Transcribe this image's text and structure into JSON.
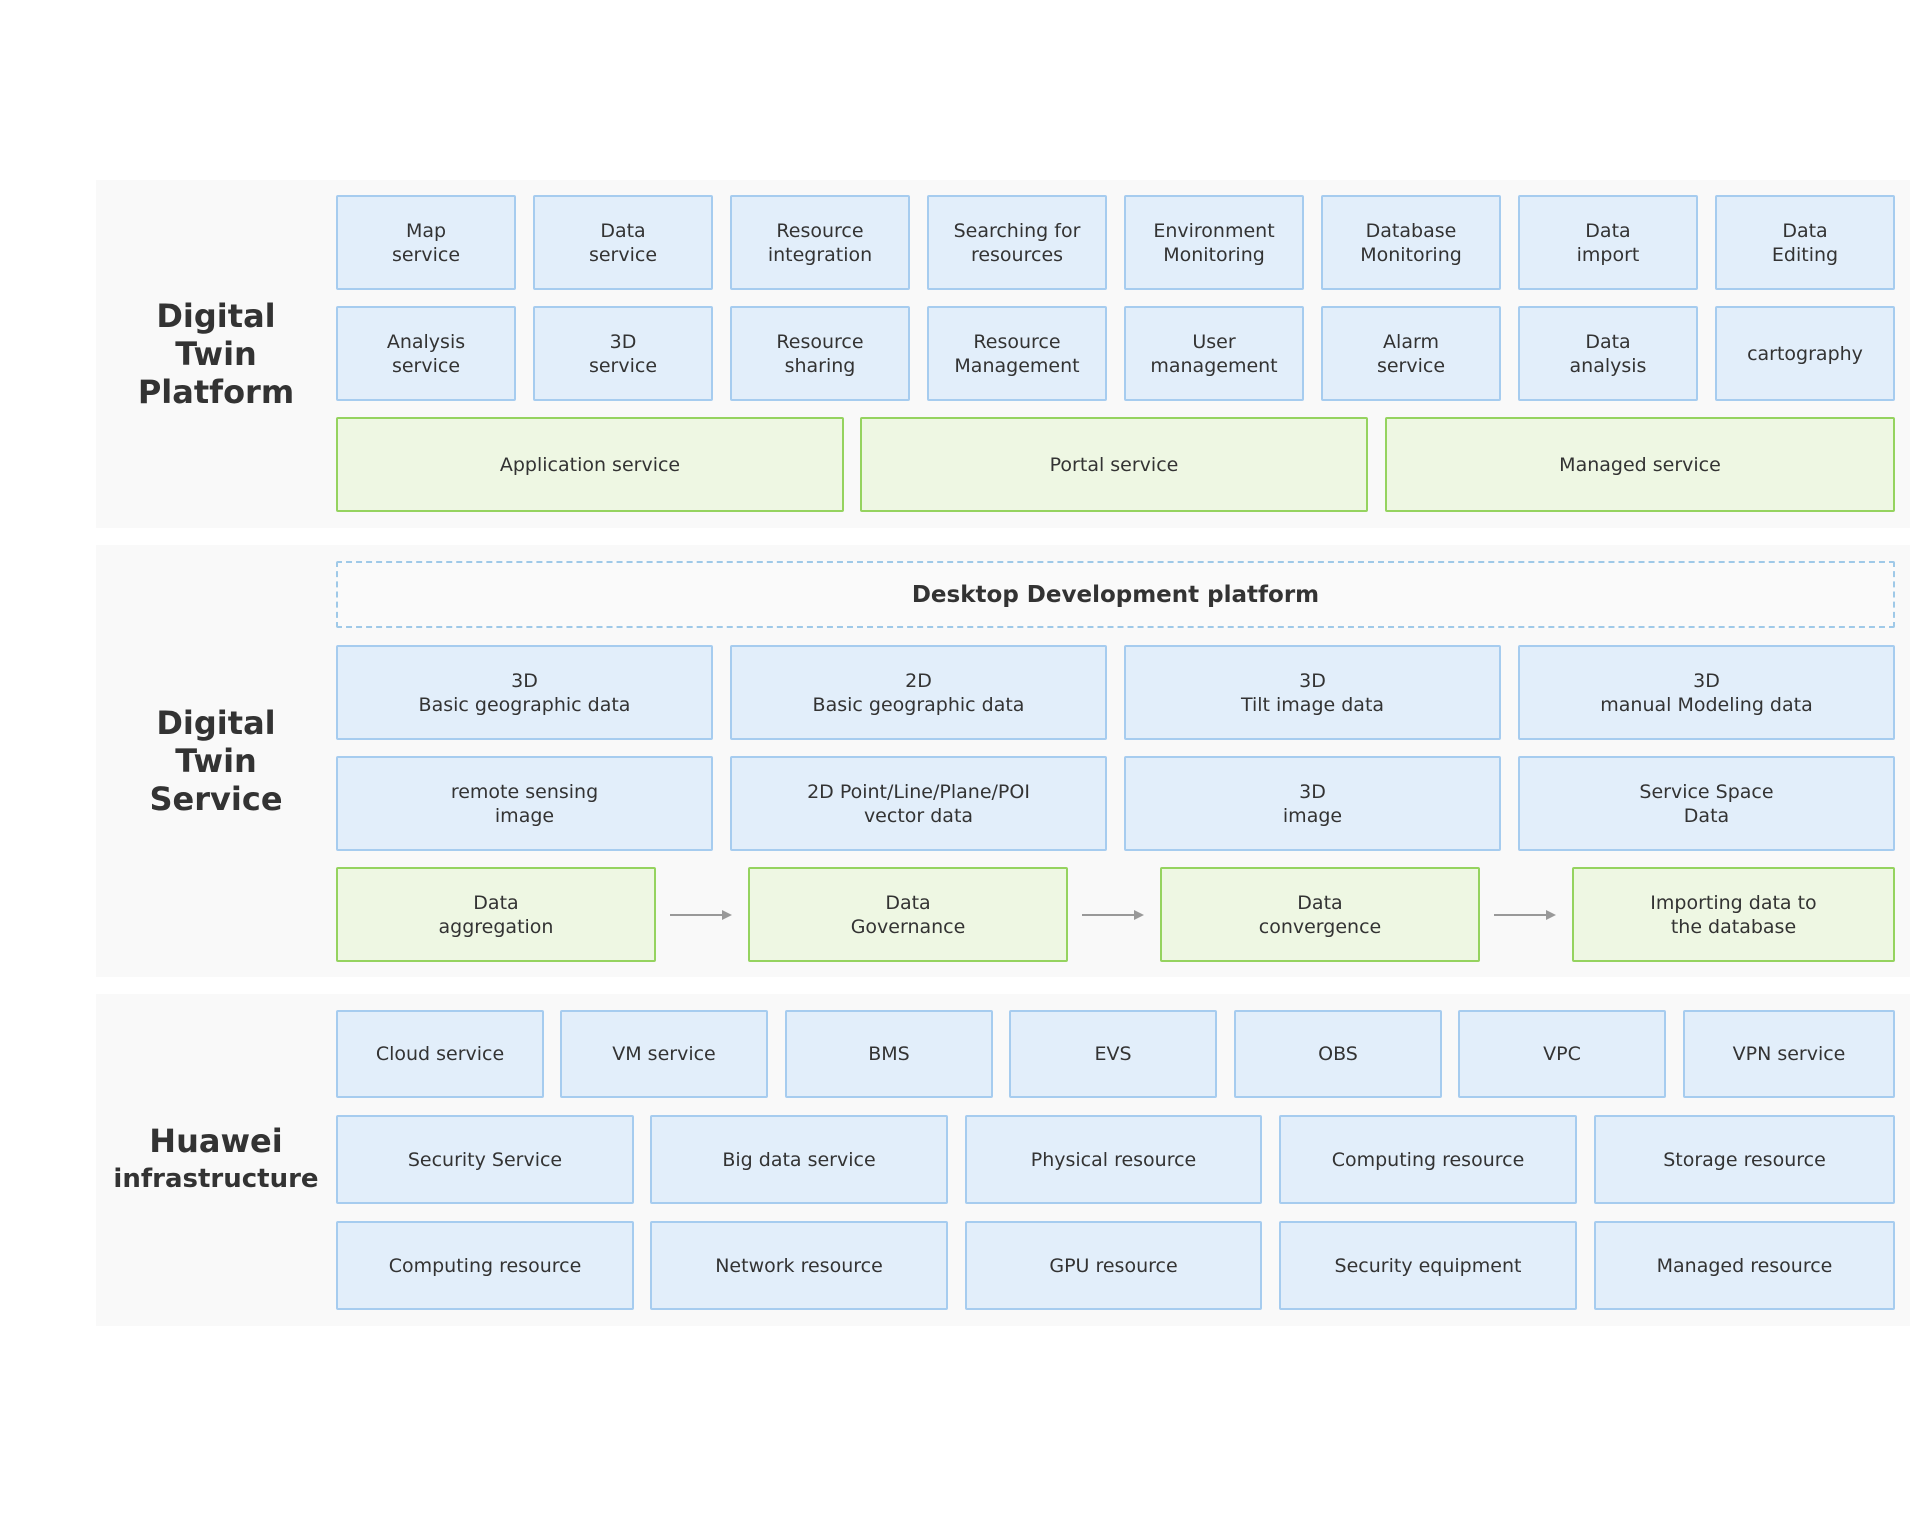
{
  "platform": {
    "label": [
      "Digital",
      "Twin",
      "Platform"
    ],
    "row1": [
      "Map\nservice",
      "Data\nservice",
      "Resource\nintegration",
      "Searching for\nresources",
      "Environment\nMonitoring",
      "Database\nMonitoring",
      "Data\nimport",
      "Data\nEditing"
    ],
    "row2": [
      "Analysis\nservice",
      "3D\nservice",
      "Resource\nsharing",
      "Resource\nManagement",
      "User\nmanagement",
      "Alarm\nservice",
      "Data\nanalysis",
      "cartography"
    ],
    "row3": [
      "Application service",
      "Portal service",
      "Managed service"
    ]
  },
  "service": {
    "label": [
      "Digital",
      "Twin",
      "Service"
    ],
    "header": "Desktop Development platform",
    "row1": [
      "3D\nBasic geographic data",
      "2D\nBasic geographic data",
      "3D\nTilt image data",
      "3D\nmanual Modeling data"
    ],
    "row2": [
      "remote sensing\nimage",
      "2D Point/Line/Plane/POI\nvector data",
      "3D\nimage",
      "Service Space\nData"
    ],
    "flow": [
      "Data\naggregation",
      "Data\nGovernance",
      "Data\nconvergence",
      "Importing data to\nthe database"
    ]
  },
  "infra": {
    "label": [
      "Huawei",
      "infrastructure"
    ],
    "row1": [
      "Cloud service",
      "VM service",
      "BMS",
      "EVS",
      "OBS",
      "VPC",
      "VPN service"
    ],
    "row2": [
      "Security Service",
      "Big data service",
      "Physical resource",
      "Computing resource",
      "Storage resource"
    ],
    "row3": [
      "Computing resource",
      "Network resource",
      "GPU resource",
      "Security equipment",
      "Managed resource"
    ]
  }
}
